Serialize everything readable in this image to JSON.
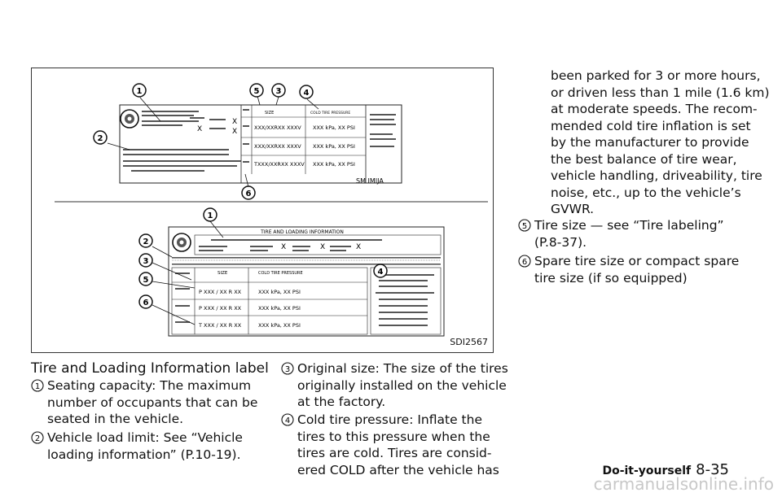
{
  "figure": {
    "code": "SDI2567",
    "top_label_code": "SM IMIJA",
    "top_label": {
      "col_size": "SIZE",
      "col_pressure": "COLD TIRE PRESSURE",
      "row_front_size": "XXX/XXRXX XXXV",
      "row_rear_size": "XXX/XXRXX XXXV",
      "row_spare_size": "TXXX/XXRXX XXXV",
      "row_front_press": "XXX kPa, XX PSI",
      "row_rear_press": "XXX kPa, XX PSI",
      "row_spare_press": "XXX kPa, XX PSI",
      "mark_x": "X"
    },
    "bottom_label": {
      "title": "TIRE AND LOADING INFORMATION",
      "col_size": "SIZE",
      "col_pressure": "COLD TIRE PRESSURE",
      "row_front_size": "P XXX / XX R XX",
      "row_rear_size": "P XXX / XX R XX",
      "row_spare_size": "T XXX / XX R XX",
      "row_front_press": "XXX kPa, XX PSI",
      "row_rear_press": "XXX kPa, XX PSI",
      "row_spare_press": "XXX kPa, XX PSI",
      "mark_x": "X"
    },
    "callouts": [
      "1",
      "2",
      "3",
      "4",
      "5",
      "6"
    ]
  },
  "caption": "Tire and Loading Information label",
  "items": [
    {
      "num": "1",
      "lines": [
        "Seating capacity: The maximum",
        "number of occupants that can be",
        "seated in the vehicle."
      ]
    },
    {
      "num": "2",
      "lines": [
        "Vehicle load limit: See “Vehicle",
        "loading information” (P.10-19)."
      ]
    },
    {
      "num": "3",
      "lines": [
        "Original size: The size of the tires",
        "originally installed on the vehicle",
        "at the factory."
      ]
    },
    {
      "num": "4",
      "lines": [
        "Cold tire pressure: Inflate the",
        "tires to this pressure when the",
        "tires are cold. Tires are consid-",
        "ered COLD after the vehicle has"
      ]
    },
    {
      "num": "",
      "lines": [
        "been parked for 3 or more hours,",
        "or driven less than 1 mile (1.6 km)",
        "at moderate speeds. The recom-",
        "mended cold tire inflation is set",
        "by the manufacturer to provide",
        "the best balance of tire wear,",
        "vehicle handling, driveability, tire",
        "noise, etc., up to the vehicle’s",
        "GVWR."
      ]
    },
    {
      "num": "5",
      "lines": [
        "Tire size — see “Tire labeling”",
        "(P.8-37)."
      ]
    },
    {
      "num": "6",
      "lines": [
        "Spare tire size or compact spare",
        "tire size (if so equipped)"
      ]
    }
  ],
  "footer": {
    "section": "Do-it-yourself",
    "page": "8-35"
  },
  "watermark": "carmanualsonline.info"
}
